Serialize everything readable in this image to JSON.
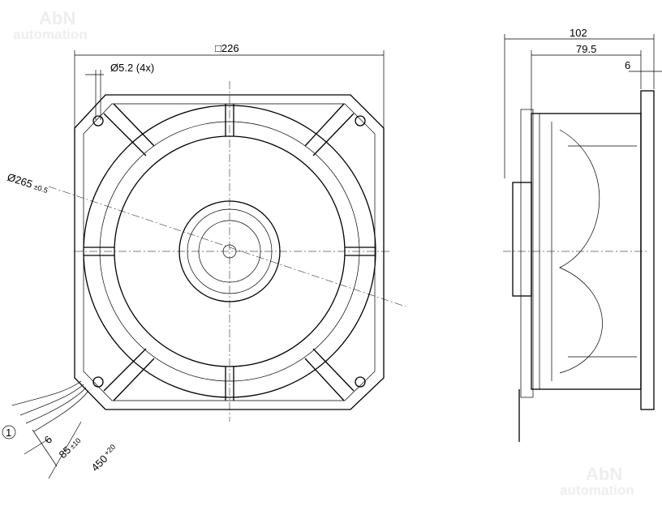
{
  "watermark": {
    "brand": "AbN",
    "sub": "automation"
  },
  "front_view": {
    "square_size": "226",
    "hole_dia": "Ø5.2 (4x)",
    "outer_dia": "Ø265",
    "outer_dia_tol": "±0.5",
    "callout": "1",
    "strip_length": "6",
    "lead_length": "85",
    "lead_length_tol": "±10",
    "cable_length": "450",
    "cable_length_tol": "+20"
  },
  "side_view": {
    "total_depth": "102",
    "body_depth": "79.5",
    "flange_thickness": "6"
  }
}
